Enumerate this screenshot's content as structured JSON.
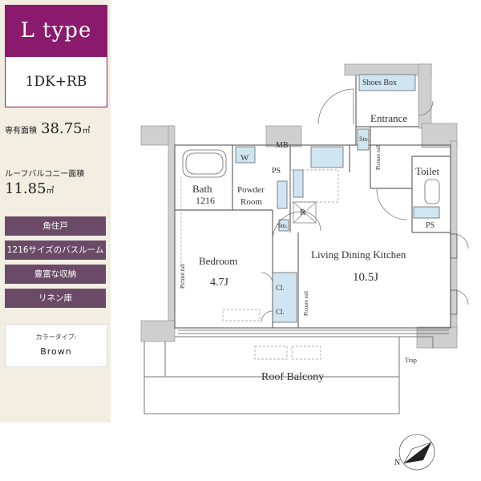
{
  "sidebar": {
    "type_title": "L type",
    "layout": "1DK+RB",
    "exclusive_area_label": "専有面積",
    "exclusive_area_value": "38.75",
    "exclusive_area_unit": "㎡",
    "balcony_area_label": "ルーフバルコニー面積",
    "balcony_area_value": "11.85",
    "balcony_area_unit": "㎡",
    "features": [
      "角住戸",
      "1216サイズのバスルーム",
      "豊富な収納",
      "リネン庫"
    ],
    "color_type_label": "カラータイプ:",
    "color_type_value": "Brown"
  },
  "plan": {
    "shoes_box": "Shoes Box",
    "entrance": "Entrance",
    "mb": "MB",
    "w": "W",
    "sto_entrance": "Sto.",
    "sto_center": "Sto.",
    "toilet": "Toilet",
    "ps_toilet": "PS",
    "ps_center": "PS",
    "bath": "Bath",
    "bath_size": "1216",
    "powder": "Powder",
    "room": "Room",
    "r": "R",
    "picture_rail_entrance": "Picture rail",
    "picture_rail_bedroom": "Picture rail",
    "picture_rail_center": "Picture rail",
    "bedroom": "Bedroom",
    "bedroom_size": "4.7J",
    "ldk": "Living Dining Kitchen",
    "ldk_size": "10.5J",
    "cl_1": "Cl.",
    "cl_2": "Cl.",
    "roof_balcony": "Roof Balcony",
    "trap": "Trap",
    "compass": "N"
  }
}
